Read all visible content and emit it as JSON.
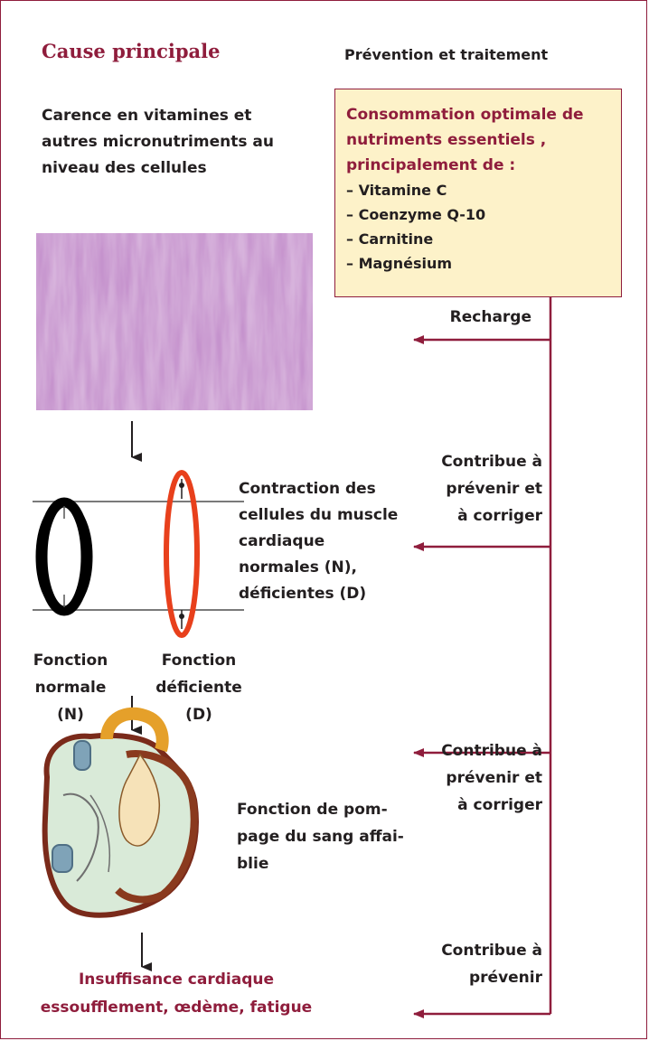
{
  "header": {
    "cause_title": "Cause principale",
    "prevention_title": "Prévention et traitement"
  },
  "cause_text": "Carence en vitamines et autres micronutriments au niveau des cellules",
  "nutrient_box": {
    "title_lines": [
      "Consommation optimale de",
      "nutriments essentiels ,",
      "principalement de :"
    ],
    "items": [
      "– Vitamine C",
      "– Coenzyme Q-10",
      "– Carnitine",
      "– Magnésium"
    ]
  },
  "labels": {
    "recharge": "Recharge",
    "contribue_1": [
      "Contribue à",
      "prévenir et",
      "à corriger"
    ],
    "contribue_2": [
      "Contribue à",
      "prévenir et",
      "à corriger"
    ],
    "contribue_3": [
      "Contribue à",
      "prévenir"
    ],
    "contraction": [
      "Contraction des",
      "cellules du muscle",
      "cardiaque",
      "normales (N),",
      "déficientes (D)"
    ],
    "fonction_normale": [
      "Fonction",
      "normale",
      "(N)"
    ],
    "fonction_deficiente": [
      "Fonction",
      "déficiente",
      "(D)"
    ],
    "pompage": [
      "Fonction de pom-",
      "page du sang affai-",
      "blie"
    ],
    "insuffisance": [
      "Insuffisance cardiaque",
      "essoufflement, œdème, fatigue"
    ]
  },
  "colors": {
    "maroon": "#8f1d3c",
    "box_fill": "#fdf2c9",
    "deficient_cell": "#e8401c",
    "tissue_purple": "#8e4a9b"
  }
}
